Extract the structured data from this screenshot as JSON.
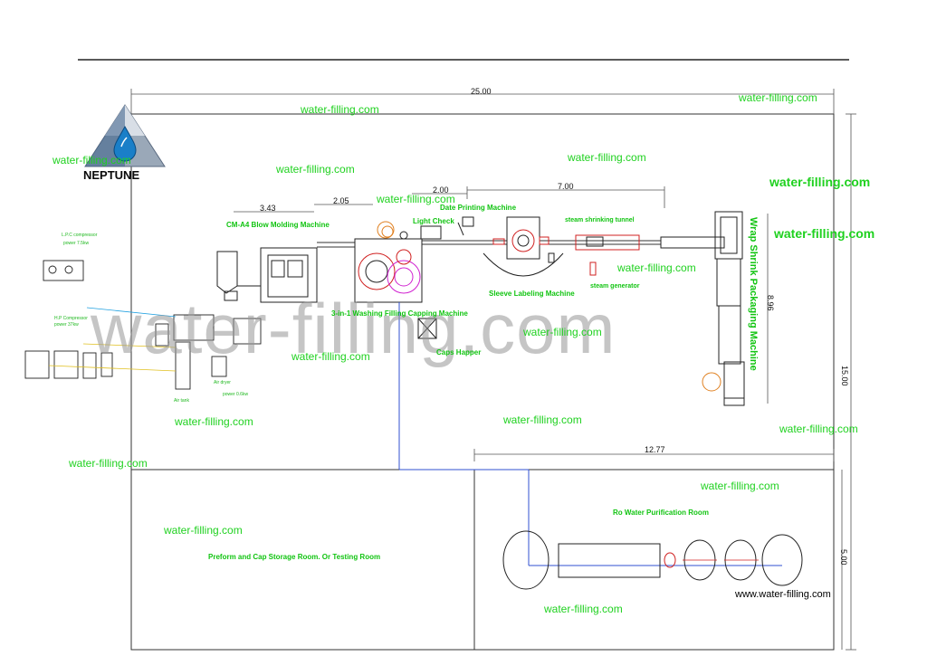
{
  "colors": {
    "watermark": "#1fd11f",
    "label": "#11c411",
    "lines": "#222222",
    "pipe": "#3050d0",
    "accent_red": "#d02020",
    "magenta": "#d020d0"
  },
  "logo": {
    "text": "NEPTUNE",
    "icon": "water-drop-triangle-icon"
  },
  "big_watermark": "water-filling.com",
  "footer_url": "www.water-filling.com",
  "watermark_text": "water-filling.com",
  "dimensions": {
    "total_length": "25.00",
    "total_width": "15.00",
    "room_width": "5.00",
    "purification_length": "12.77",
    "blow_section": "3.43",
    "gap_section": "2.05",
    "check_section": "2.00",
    "sleeve_section": "7.00",
    "wrap_section": "8.96"
  },
  "machines": {
    "blow_molding": "CM-A4 Blow Molding Machine",
    "light_check": "Light Check",
    "date_printing": "Date Printing Machine",
    "steam_tunnel": "steam shrinking tunnel",
    "filling": "3-in-1 Washing Filling Capping Machine",
    "sleeve": "Sleeve Labeling Machine",
    "steam_generator": "steam generator",
    "caps_hopper": "Caps Happer",
    "wrap": "Wrap Shrink Packaging Machine"
  },
  "rooms": {
    "storage": "Preform and Cap Storage Room. Or Testing Room",
    "purification": "Ro Water Purification Room"
  },
  "compressors": {
    "lp": "L.P.C compressor",
    "lp_power": "power 7.5kw",
    "hp": "H.P Compressor",
    "hp_power": "power 37kw",
    "air_tank": "Air tank",
    "air_dryer": "Air dryer",
    "air_dryer_power": "power 0.6kw"
  }
}
